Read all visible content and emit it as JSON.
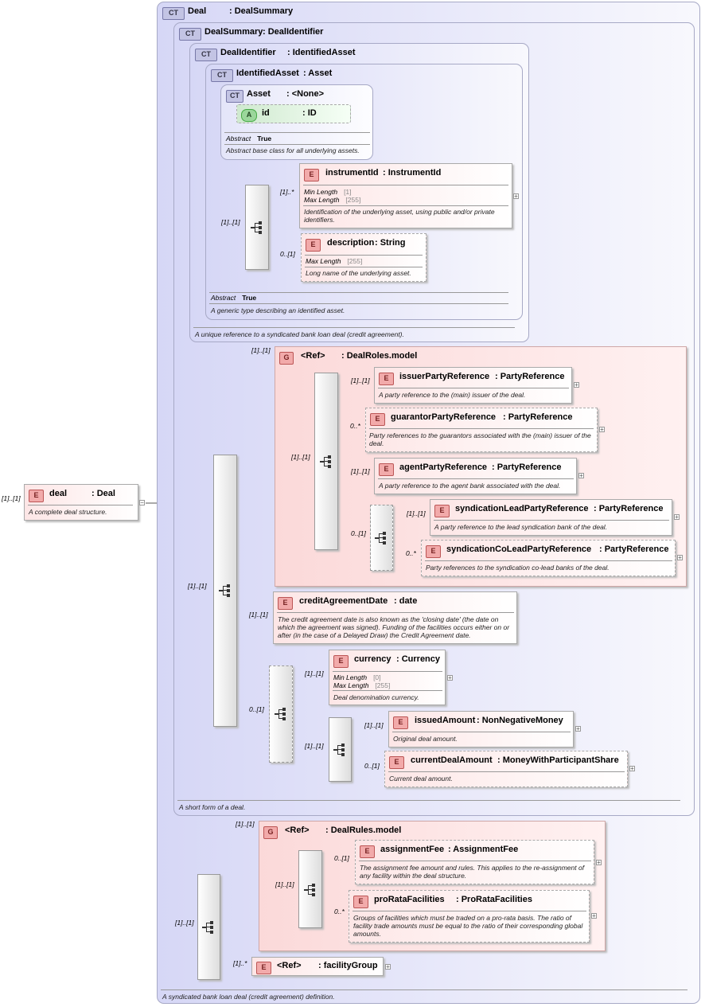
{
  "deal_ct": {
    "badge": "CT",
    "name": "Deal",
    "type": ": DealSummary",
    "desc": "A syndicated bank loan deal (credit agreement) definition."
  },
  "dealsummary_ct": {
    "badge": "CT",
    "name": "DealSummary",
    "type": ": DealIdentifier",
    "desc": "A short form of a deal."
  },
  "dealidentifier_ct": {
    "badge": "CT",
    "name": "DealIdentifier",
    "type": ": IdentifiedAsset",
    "desc": "A unique reference to a syndicated bank loan deal (credit agreement)."
  },
  "identifiedasset_ct": {
    "badge": "CT",
    "name": "IdentifiedAsset",
    "type": ": Asset",
    "abstract_label": "Abstract",
    "abstract_value": "True",
    "desc": "A generic type describing an identified asset."
  },
  "asset_ct": {
    "badge": "CT",
    "name": "Asset",
    "type": ": <None>",
    "abstract_label": "Abstract",
    "abstract_value": "True",
    "desc": "Abstract base class for all underlying assets."
  },
  "id_attr": {
    "badge": "A",
    "name": "id",
    "type": ": ID"
  },
  "root_element": {
    "badge": "E",
    "name": "deal",
    "type": ": Deal",
    "desc": "A complete deal structure.",
    "card": "[1]..[1]"
  },
  "instrumentId": {
    "badge": "E",
    "name": "instrumentId",
    "type": ": InstrumentId",
    "min_label": "Min Length",
    "min_value": "[1]",
    "max_label": "Max Length",
    "max_value": "[255]",
    "desc": "Identification of the underlying asset, using public and/or private identifiers.",
    "card": "[1]..*"
  },
  "description": {
    "badge": "E",
    "name": "description",
    "type": ": String",
    "max_label": "Max Length",
    "max_value": "[255]",
    "desc": "Long name of the underlying asset.",
    "card": "0..[1]"
  },
  "dealroles": {
    "badge": "G",
    "ref": "<Ref>",
    "name": ": DealRoles.model",
    "card": "[1]..[1]"
  },
  "issuerPartyReference": {
    "badge": "E",
    "name": "issuerPartyReference",
    "type": ": PartyReference",
    "desc": "A party reference to the (main) issuer of the deal.",
    "card": "[1]..[1]"
  },
  "guarantorPartyReference": {
    "badge": "E",
    "name": "guarantorPartyReference",
    "type": ": PartyReference",
    "desc": "Party references to the guarantors associated with the (main) issuer of the deal.",
    "card": "0..*"
  },
  "agentPartyReference": {
    "badge": "E",
    "name": "agentPartyReference",
    "type": ": PartyReference",
    "desc": "A party reference to the agent bank associated with the deal.",
    "card": "[1]..[1]"
  },
  "syndicationLeadPartyReference": {
    "badge": "E",
    "name": "syndicationLeadPartyReference",
    "type": ": PartyReference",
    "desc": "A party reference to the lead syndication bank of the deal.",
    "card": "[1]..[1]"
  },
  "syndicationCoLeadPartyReference": {
    "badge": "E",
    "name": "syndicationCoLeadPartyReference",
    "type": ": PartyReference",
    "desc": "Party references to the syndication co-lead banks of the deal.",
    "card": "0..*"
  },
  "creditAgreementDate": {
    "badge": "E",
    "name": "creditAgreementDate",
    "type": ": date",
    "desc": "The credit agreement date is also known as the 'closing date' (the date on which the agreement was signed). Funding of the facilities occurs either on or after (in the case of a Delayed Draw) the Credit Agreement date.",
    "card": "[1]..[1]"
  },
  "currency": {
    "badge": "E",
    "name": "currency",
    "type": ": Currency",
    "min_label": "Min Length",
    "min_value": "[0]",
    "max_label": "Max Length",
    "max_value": "[255]",
    "desc": "Deal denomination currency.",
    "card": "[1]..[1]"
  },
  "issuedAmount": {
    "badge": "E",
    "name": "issuedAmount",
    "type": ": NonNegativeMoney",
    "desc": "Original deal amount.",
    "card": "[1]..[1]"
  },
  "currentDealAmount": {
    "badge": "E",
    "name": "currentDealAmount",
    "type": ": MoneyWithParticipantShare",
    "desc": "Current deal amount.",
    "card": "0..[1]"
  },
  "dealrules": {
    "badge": "G",
    "ref": "<Ref>",
    "name": ": DealRules.model",
    "card": "[1]..[1]"
  },
  "assignmentFee": {
    "badge": "E",
    "name": "assignmentFee",
    "type": ": AssignmentFee",
    "desc": "The assignment fee amount and rules. This applies to the re-assignment of any facility within the deal structure.",
    "card": "0..[1]"
  },
  "proRataFacilities": {
    "badge": "E",
    "name": "proRataFacilities",
    "type": ": ProRataFacilities",
    "desc": "Groups of facilities which must be traded on a pro-rata basis. The ratio of facility trade amounts must be equal to the ratio of their corresponding global amounts.",
    "card": "0..*"
  },
  "facilityGroup": {
    "badge": "E",
    "ref": "<Ref>",
    "name": ": facilityGroup",
    "card": "[1]..*"
  },
  "seq_cards": {
    "asset_seq": "[1]..[1]",
    "summary_seq": "[1]..[1]",
    "roles_seq": "[1]..[1]",
    "synd_choice": "0..[1]",
    "currency_seq": "0..[1]",
    "amount_seq": "[1]..[1]",
    "rules_seq": "[1]..[1]",
    "rules_inner": "[1]..[1]"
  }
}
